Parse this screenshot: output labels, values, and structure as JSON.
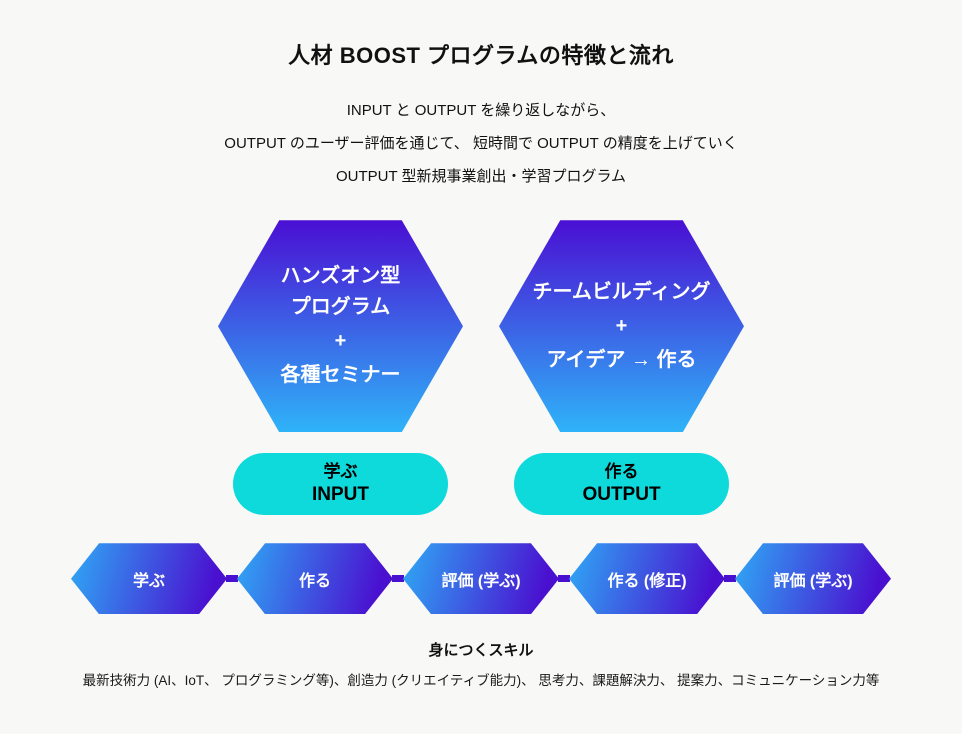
{
  "title": "人材 BOOST プログラムの特徴と流れ",
  "intro": {
    "lines": [
      "INPUT と OUTPUT を繰り返しながら、",
      "OUTPUT のユーザー評価を通じて、 短時間で OUTPUT の精度を上げていく",
      "OUTPUT 型新規事業創出・学習プログラム"
    ]
  },
  "hexagons": [
    {
      "name": "input-program",
      "lines": [
        "ハンズオン型",
        "プログラム",
        "+",
        "各種セミナー"
      ]
    },
    {
      "name": "output-program",
      "lines": [
        "チームビルディング",
        "+",
        "アイデア → 作る"
      ]
    }
  ],
  "pills": [
    {
      "top": "学ぶ",
      "bottom": "INPUT"
    },
    {
      "top": "作る",
      "bottom": "OUTPUT"
    }
  ],
  "flow": {
    "steps": [
      "学ぶ",
      "作る",
      "評価 (学ぶ)",
      "作る (修正)",
      "評価 (学ぶ)"
    ]
  },
  "skills": {
    "heading": "身につくスキル",
    "detail": "最新技術力 (AI、IoT、 プログラミング等)、創造力 (クリエイティブ能力)、 思考力、課題解決力、 提案力、コミュニケーション力等"
  },
  "colors": {
    "page_background": "#f8f8f7",
    "text": "#111111",
    "hex_gradient_top": "#4a0fd3",
    "hex_gradient_bottom": "#2fb3f8",
    "flow_gradient_left": "#2fa9f5",
    "flow_gradient_right": "#4a10d0",
    "flow_connector": "#4a10d0",
    "pill_background": "#0ed9db",
    "shape_text": "#ffffff",
    "pill_text": "#000000"
  }
}
